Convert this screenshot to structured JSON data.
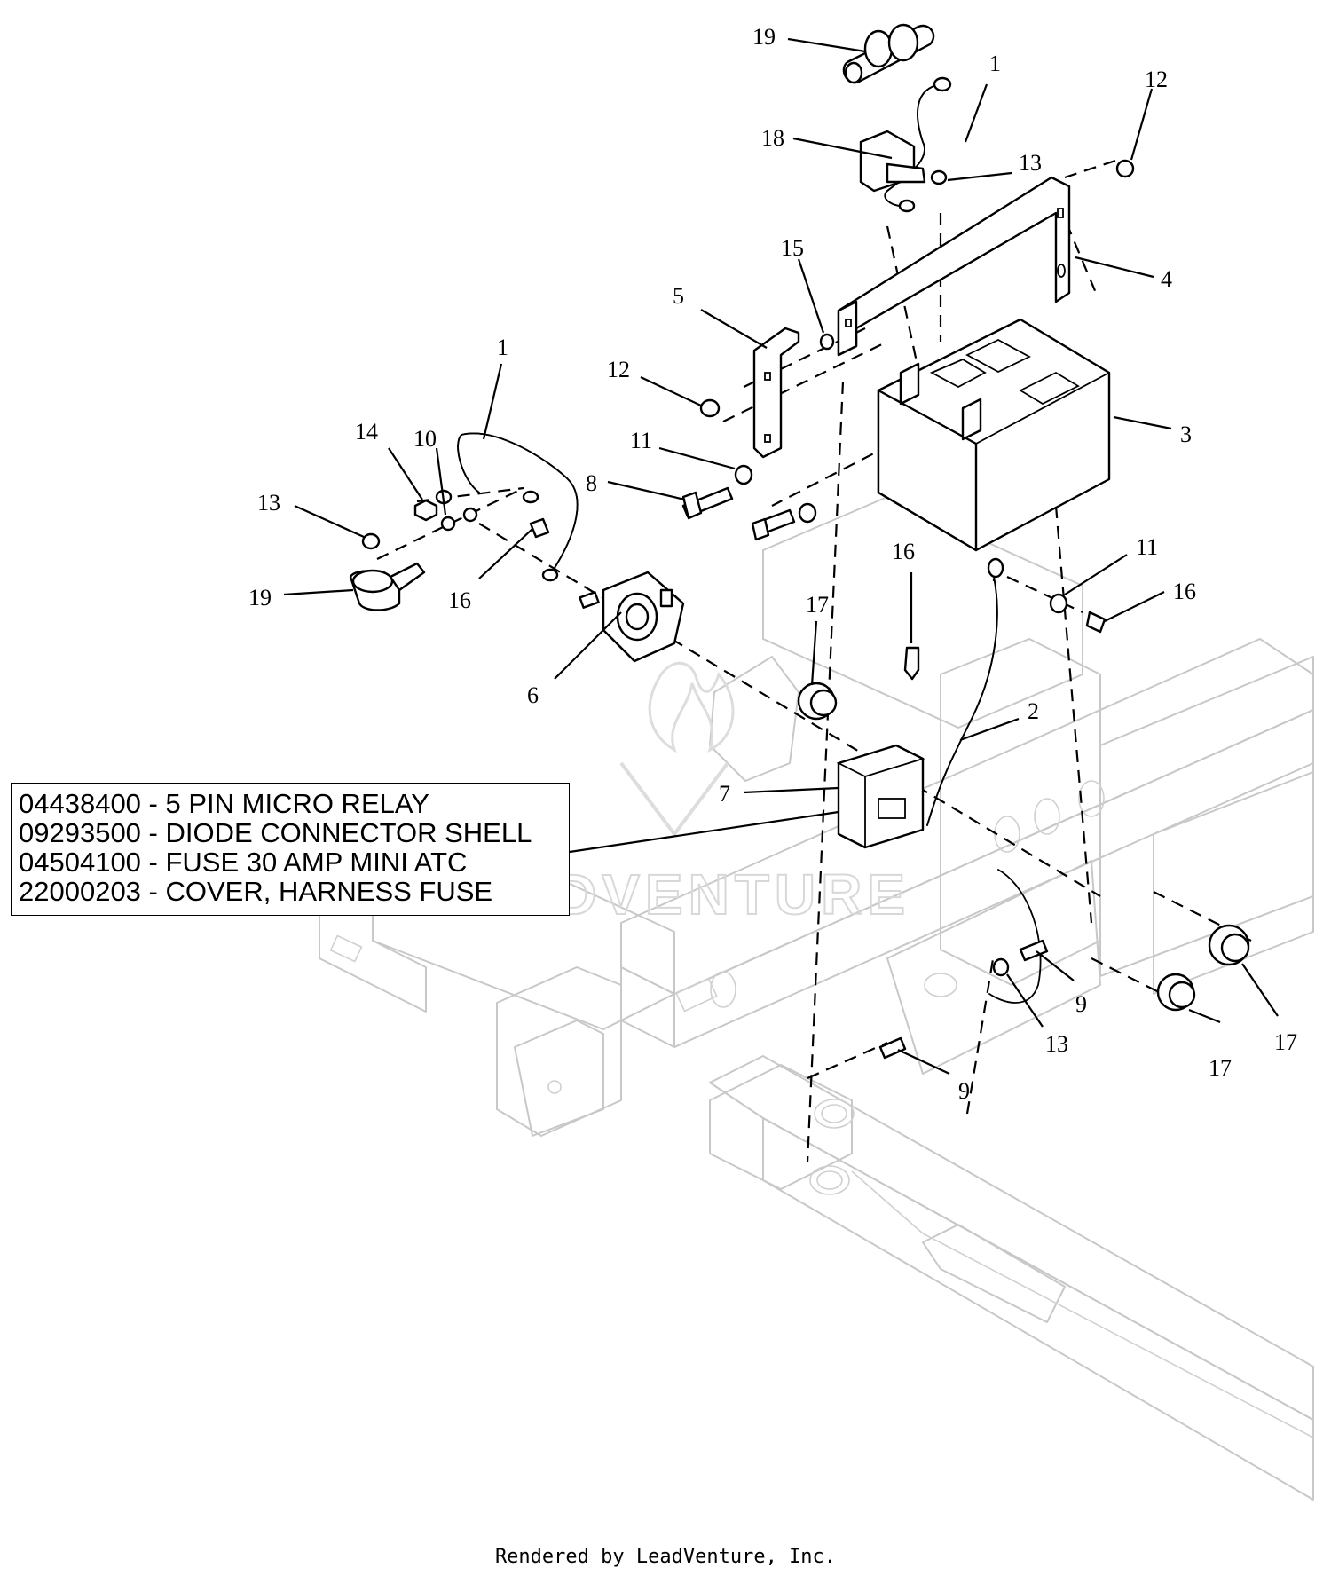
{
  "callouts": [
    {
      "id": "c19a",
      "label": "19"
    },
    {
      "id": "c1a",
      "label": "1"
    },
    {
      "id": "c12a",
      "label": "12"
    },
    {
      "id": "c18",
      "label": "18"
    },
    {
      "id": "c13a",
      "label": "13"
    },
    {
      "id": "c4",
      "label": "4"
    },
    {
      "id": "c15",
      "label": "15"
    },
    {
      "id": "c5",
      "label": "5"
    },
    {
      "id": "c1b",
      "label": "1"
    },
    {
      "id": "c12b",
      "label": "12"
    },
    {
      "id": "c3",
      "label": "3"
    },
    {
      "id": "c14",
      "label": "14"
    },
    {
      "id": "c10",
      "label": "10"
    },
    {
      "id": "c11a",
      "label": "11"
    },
    {
      "id": "c13b",
      "label": "13"
    },
    {
      "id": "c8",
      "label": "8"
    },
    {
      "id": "c19b",
      "label": "19"
    },
    {
      "id": "c16a",
      "label": "16"
    },
    {
      "id": "c16b",
      "label": "16"
    },
    {
      "id": "c11b",
      "label": "11"
    },
    {
      "id": "c16c",
      "label": "16"
    },
    {
      "id": "c17a",
      "label": "17"
    },
    {
      "id": "c6",
      "label": "6"
    },
    {
      "id": "c2",
      "label": "2"
    },
    {
      "id": "c7",
      "label": "7"
    },
    {
      "id": "c9a",
      "label": "9"
    },
    {
      "id": "c13c",
      "label": "13"
    },
    {
      "id": "c17b",
      "label": "17"
    },
    {
      "id": "c17c",
      "label": "17"
    },
    {
      "id": "c9b",
      "label": "9"
    }
  ],
  "parts_note": {
    "lines": [
      "04438400 - 5 PIN MICRO RELAY",
      "09293500 - DIODE CONNECTOR SHELL",
      "04504100 - FUSE 30 AMP MINI ATC",
      "22000203 - COVER, HARNESS FUSE"
    ]
  },
  "watermark": "LEADVENTURE",
  "footer": "Rendered by LeadVenture, Inc."
}
